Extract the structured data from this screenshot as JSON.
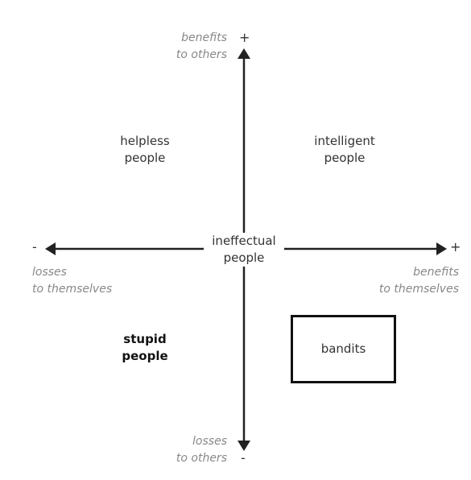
{
  "quadrants": {
    "top_left": "helpless\npeople",
    "top_right": "intelligent\npeople",
    "bottom_left": "stupid\npeople",
    "center": "ineffectual\npeople",
    "bandits": "bandits"
  },
  "axes": {
    "top": {
      "label": "benefits\nto others",
      "sign": "+"
    },
    "bottom": {
      "label": "losses\nto others",
      "sign": "-"
    },
    "left": {
      "label": "losses\nto themselves",
      "sign": "-"
    },
    "right": {
      "label": "benefits\nto themselves",
      "sign": "+"
    }
  }
}
